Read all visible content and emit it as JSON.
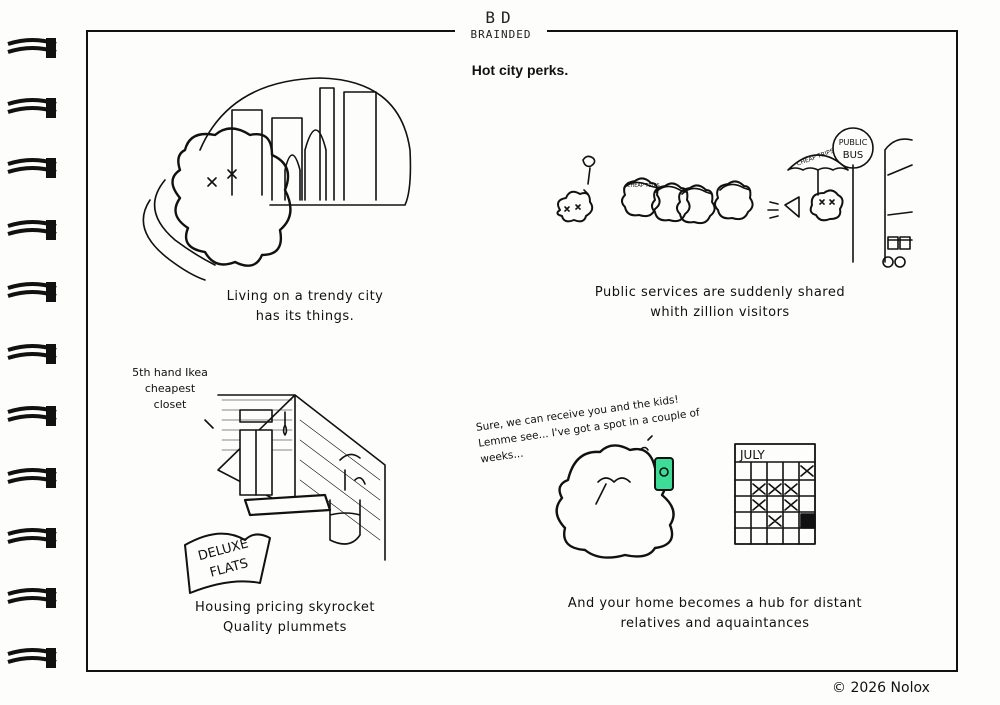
{
  "logo": {
    "mark": "BD",
    "word": "BRAINDED"
  },
  "title": "Hot city perks.",
  "panels": {
    "city": {
      "caption_line1": "Living on a trendy city",
      "caption_line2": "has its things."
    },
    "services": {
      "caption_line1": "Public services are suddenly shared",
      "caption_line2": "whith zillion visitors",
      "cap_text": "CHEAP TRIPS",
      "umbrella_text": "CHEAP TRIPS",
      "sign_line1": "PUBLIC",
      "sign_line2": "BUS"
    },
    "housing": {
      "note_line1": "5th hand Ikea",
      "note_line2": "cheapest",
      "note_line3": "closet",
      "banner_line1": "DELUXE",
      "banner_line2": "FLATS",
      "caption_line1": "Housing pricing skyrocket",
      "caption_line2": "Quality plummets"
    },
    "relatives": {
      "speech_line1": "Sure, we can receive you and the kids!",
      "speech_line2": "Lemme see... I've got a spot in a couple of",
      "speech_line3": "weeks...",
      "calendar_month": "JULY",
      "caption_line1": "And your home becomes a hub for distant",
      "caption_line2": "relatives and aquaintances"
    }
  },
  "copyright": "© 2026 Nolox",
  "colors": {
    "phone": "#3ddc97",
    "ink": "#111111",
    "paper": "#fdfdfb"
  }
}
